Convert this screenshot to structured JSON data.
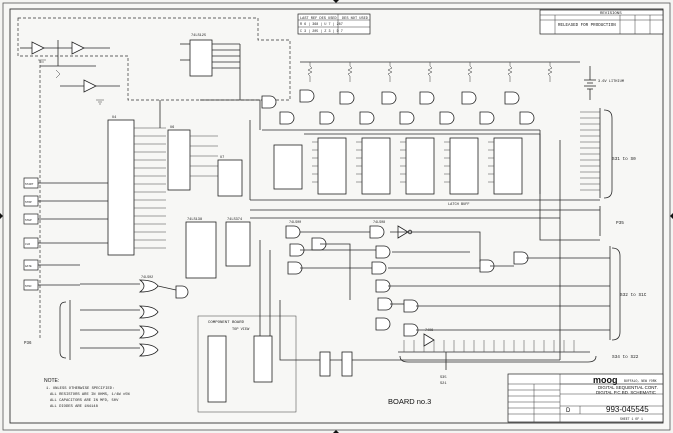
{
  "revision_table": {
    "header": "REVISIONS",
    "row": "RELEASED FOR PRODUCTION"
  },
  "ref_table": {
    "last_ref_used": "LAST REF DES USED",
    "des_not_used": "DES NOT USED",
    "row1": "R 6 | 368 | U 7 | 287",
    "row2": "C 3 | 205 | Z 3 | D 7"
  },
  "connectors": {
    "right_top": "S31 to S0",
    "right_mid": "P35",
    "right_bottom": "S32 to S1C",
    "bottom_right": "S34 to S22",
    "left_bottom": "P36",
    "bottom_mid_1": "S35",
    "bottom_mid_2": "S21"
  },
  "battery": "3.6V LITHIUM",
  "latch_label": "LATCH BUFF",
  "component_board": {
    "title": "COMPONENT BOARD",
    "subtitle": "TOP VIEW"
  },
  "board_label": "BOARD no.3",
  "notes": {
    "title": "NOTE:",
    "lines": [
      "1. UNLESS OTHERWISE SPECIFIED:",
      "ALL RESISTORS ARE IN OHMS, 1/4W ±5%",
      "ALL CAPACITORS ARE IN MFD, 50V",
      "ALL DIODES ARE 1N4148"
    ]
  },
  "title_block": {
    "company": "moog",
    "city": "BUFFALO, NEW YORK",
    "title_line1": "DIGITAL SEQUENTIAL CONT.",
    "title_line2": "DIGITAL P.C.BD. SCHEMATIC",
    "size": "D",
    "drawing_number": "993-045545",
    "sheet": "SHEET 1 OF 1"
  },
  "left_labels": [
    "START",
    "STOP",
    "STEP",
    "CLR",
    "GATE",
    "SYNC"
  ],
  "ic_labels": {
    "top_buffer": "74LS125",
    "cpu": "U4",
    "ram": "U6",
    "rom": "U7",
    "gate_a": "74LS00",
    "gate_b": "74LS08",
    "gate_c": "74LS02",
    "driver": "7406",
    "dip_a": "74LS138",
    "dip_b": "74LS374"
  }
}
